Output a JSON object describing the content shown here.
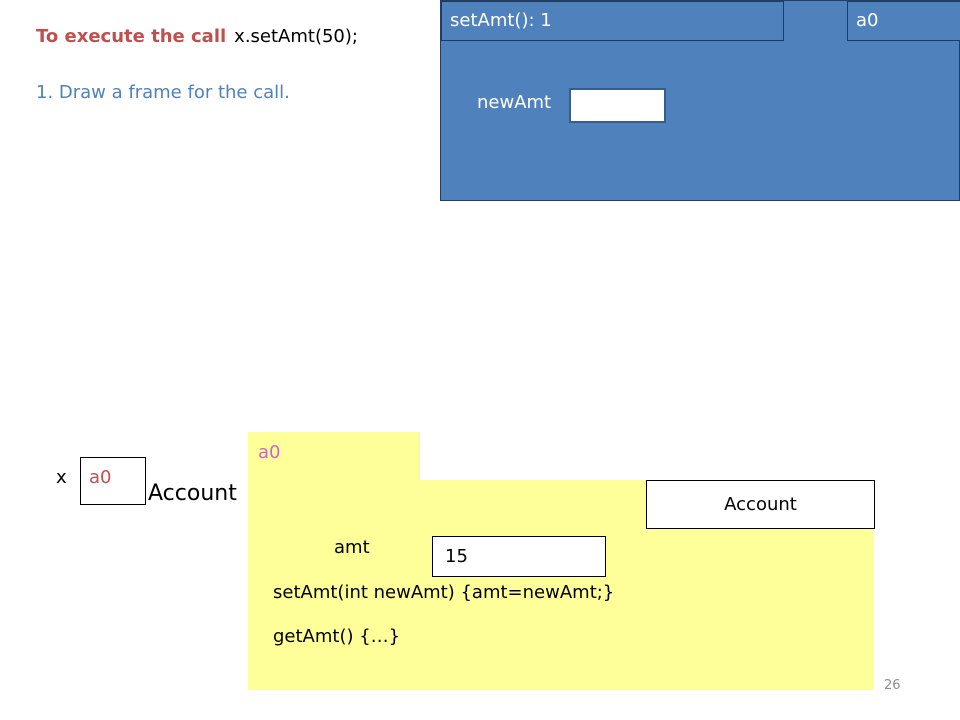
{
  "heading": {
    "prefix": "To execute the call",
    "call": "x.setAmt(50);"
  },
  "step": "1. Draw a frame for the call.",
  "frame": {
    "name": "setAmt(): 1",
    "scope": "a0",
    "parameter_name": "newAmt",
    "parameter_value": ""
  },
  "variable_x": {
    "name": "x",
    "value": "a0",
    "type": "Account"
  },
  "object": {
    "name": "a0",
    "class": "Account",
    "field_name": "amt",
    "field_value": "15",
    "method_setamt": "setAmt(int newAmt) {amt=newAmt;}",
    "method_getamt": "getAmt() {…}"
  },
  "slide_number": "26",
  "colors": {
    "frame_fill": "#4f81bd",
    "object_fill": "#ffff99",
    "heading_red": "#c0504d",
    "step_blue": "#4f81bd",
    "object_name_purple": "#cc66cc"
  }
}
